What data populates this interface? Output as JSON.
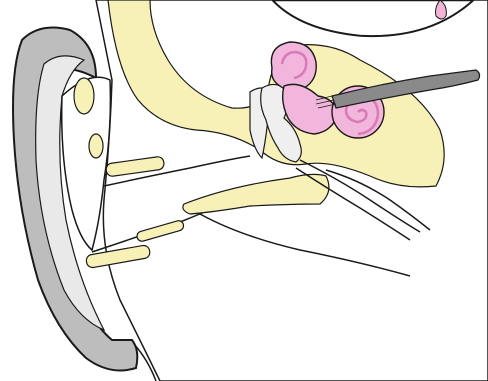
{
  "colors": {
    "background": "#ffffff",
    "outline": "#1a1a1a",
    "pinna_outer": "#bdbdbd",
    "pinna_inner": "#e9e9e9",
    "cartilage": "#f7f1b8",
    "inner_ear": "#f2b6dc",
    "inner_ear_dark": "#d979b6",
    "ossicles": "#efefef",
    "nerve": "#8a8a8a",
    "inset_circle_fill": "#ffffff",
    "inset_pink": "#f3b4d8"
  },
  "parts": [
    "outer-ear",
    "ear-canal",
    "eardrum",
    "ossicles",
    "semicircular-canals",
    "cochlea",
    "auditory-nerve",
    "eustachian-tube",
    "cartilage-and-bone"
  ]
}
